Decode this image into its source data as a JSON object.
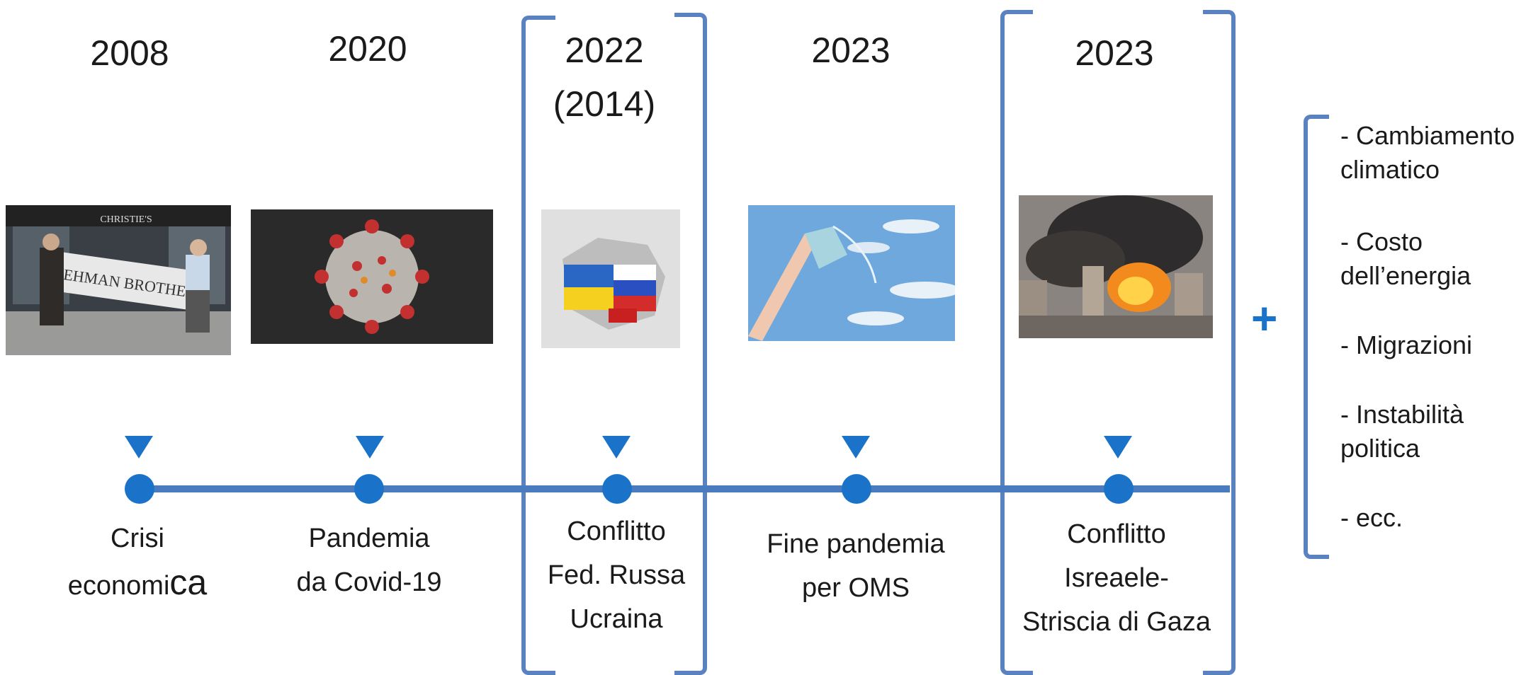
{
  "events": [
    {
      "year": "2008",
      "year_sub": "",
      "label_lines": [
        "Crisi"
      ],
      "label_last_small": "economi",
      "label_last_big": "ca",
      "photo": "lehman-brothers-photo",
      "photo_sign": "LEHMAN BROTHERS",
      "photo_store": "CHRISTIE'S"
    },
    {
      "year": "2020",
      "year_sub": "",
      "label_lines": [
        "Pandemia",
        "da Covid-19"
      ],
      "photo": "covid-virus-photo"
    },
    {
      "year": "2022",
      "year_sub": "(2014)",
      "label_lines": [
        "Conflitto",
        "Fed. Russa",
        "Ucraina"
      ],
      "photo": "ukraine-russia-puzzle-photo"
    },
    {
      "year": "2023",
      "year_sub": "",
      "label_lines": [
        "Fine pandemia",
        "per OMS"
      ],
      "photo": "mask-in-sky-photo"
    },
    {
      "year": "2023",
      "year_sub": "",
      "label_lines": [
        "Conflitto",
        "Isreaele-",
        "Striscia di Gaza"
      ],
      "photo": "gaza-explosion-photo"
    }
  ],
  "plus_sign": "+",
  "side_list": [
    [
      "- Cambiamento",
      "climatico"
    ],
    [
      "- Costo",
      "dell’energia"
    ],
    [
      "- Migrazioni"
    ],
    [
      "- Instabilità",
      "politica"
    ],
    [
      "- ecc."
    ]
  ],
  "colors": {
    "accent": "#1a73c9",
    "line": "#4a7bbf",
    "bracket": "#5b82c0"
  }
}
